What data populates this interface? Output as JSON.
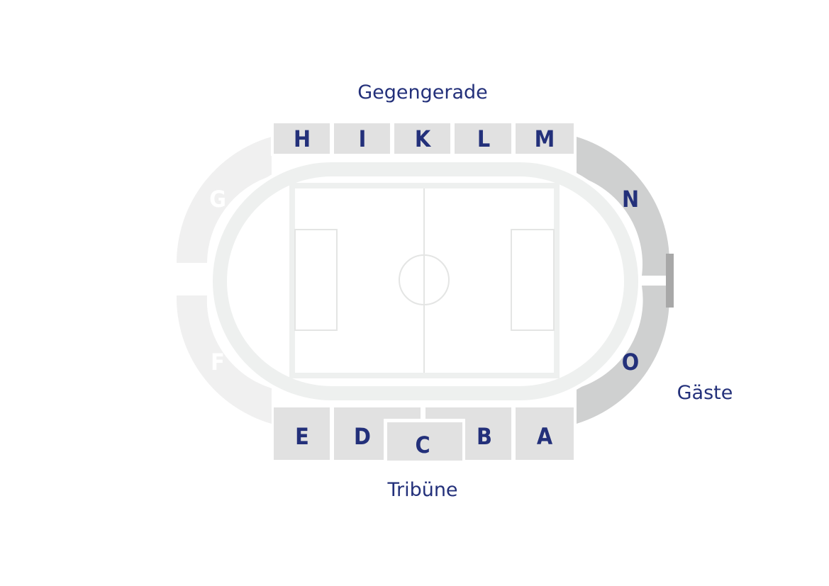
{
  "labels": {
    "counter_straight": "Gegengerade",
    "main_stand": "Tribüne",
    "away": "Gäste"
  },
  "blocks": {
    "H": "H",
    "I": "I",
    "K": "K",
    "L": "L",
    "M": "M",
    "N": "N",
    "O": "O",
    "E": "E",
    "D": "D",
    "C": "C",
    "B": "B",
    "A": "A",
    "G": "G",
    "F": "F"
  },
  "colors": {
    "text": "#23307a",
    "block_fill": "#e1e1e1",
    "away_fill": "#cfd0d0",
    "inactive_fill": "#f0f0f0",
    "track": "#eef0ef",
    "pitch_lines": "#e4e5e4"
  }
}
